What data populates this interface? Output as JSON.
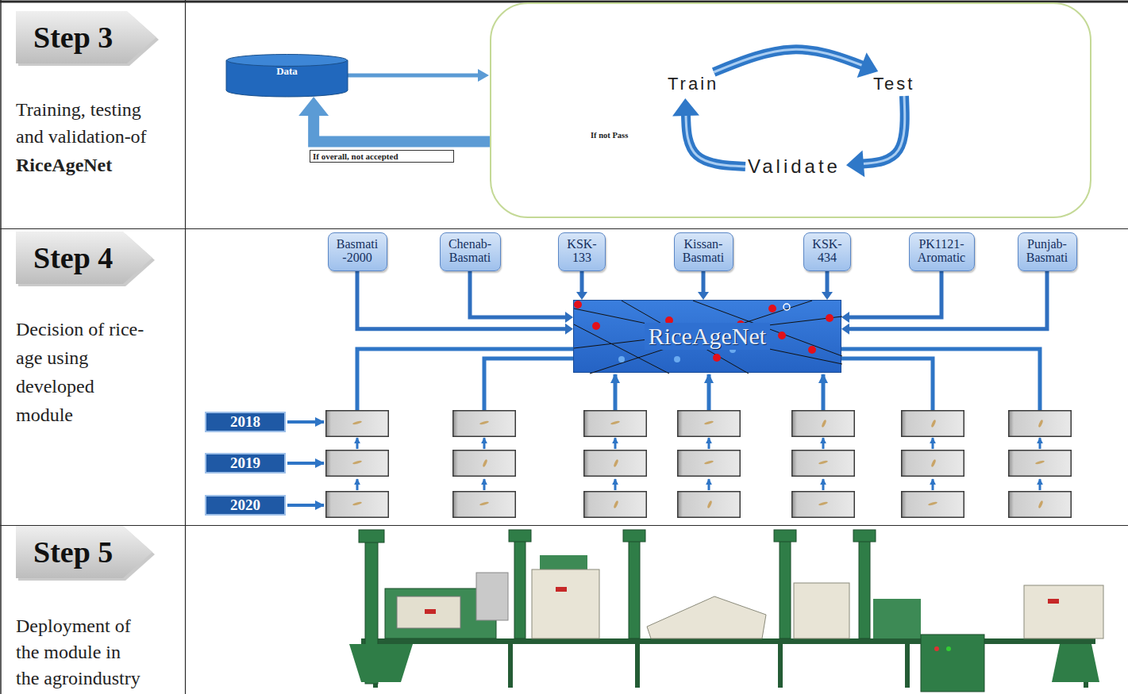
{
  "diagram": {
    "nodes": [
      {
        "text": [
          "Step 3"
        ]
      },
      {
        "text": [
          "Data"
        ]
      },
      {
        "text": []
      },
      {
        "text": [
          "Train"
        ],
        "in": 2
      },
      {
        "text": [
          "Test"
        ],
        "in": 2
      },
      {
        "text": [
          "Validate"
        ],
        "in": 2
      },
      {
        "text": [
          "Step 4"
        ]
      },
      {
        "text": [
          "Basmati -2000"
        ]
      },
      {
        "text": [
          "Chenab- Basmati"
        ]
      },
      {
        "text": [
          "KSK- 133"
        ]
      },
      {
        "text": [
          "Kissan- Basmati"
        ]
      },
      {
        "text": [
          "KSK- 434"
        ]
      },
      {
        "text": [
          "PK1121- Aromatic"
        ]
      },
      {
        "text": [
          "Punjab- Basmati"
        ]
      },
      {
        "text": [
          "RiceAgeNet"
        ]
      },
      {
        "text": [
          "2018"
        ]
      },
      {
        "text": [
          "2019"
        ]
      },
      {
        "text": [
          "2020"
        ]
      },
      {
        "text": [
          "Step 5"
        ]
      }
    ],
    "edges": [
      {
        "from": 1,
        "to": 2,
        "arrow": "to"
      },
      {
        "from": 2,
        "to": 1,
        "label": "If overall, not accepted",
        "arrow": "to"
      },
      {
        "from": 3,
        "to": 4,
        "arrow": "to"
      },
      {
        "from": 4,
        "to": 5,
        "arrow": "to"
      },
      {
        "from": 5,
        "to": 3,
        "label": "If not Pass",
        "arrow": "to"
      },
      {
        "from": 7,
        "to": 14,
        "arrow": "to"
      },
      {
        "from": 8,
        "to": 14,
        "arrow": "to"
      },
      {
        "from": 9,
        "to": 14,
        "arrow": "to"
      },
      {
        "from": 10,
        "to": 14,
        "arrow": "to"
      },
      {
        "from": 11,
        "to": 14,
        "arrow": "to"
      },
      {
        "from": 12,
        "to": 14,
        "arrow": "to"
      },
      {
        "from": 13,
        "to": 14,
        "arrow": "to"
      }
    ],
    "labels": [
      "Training, testing and validation-of",
      "RiceAgeNet",
      "Decision of rice-age using developed module",
      "Deployment of the module in the agroindustry"
    ]
  }
}
